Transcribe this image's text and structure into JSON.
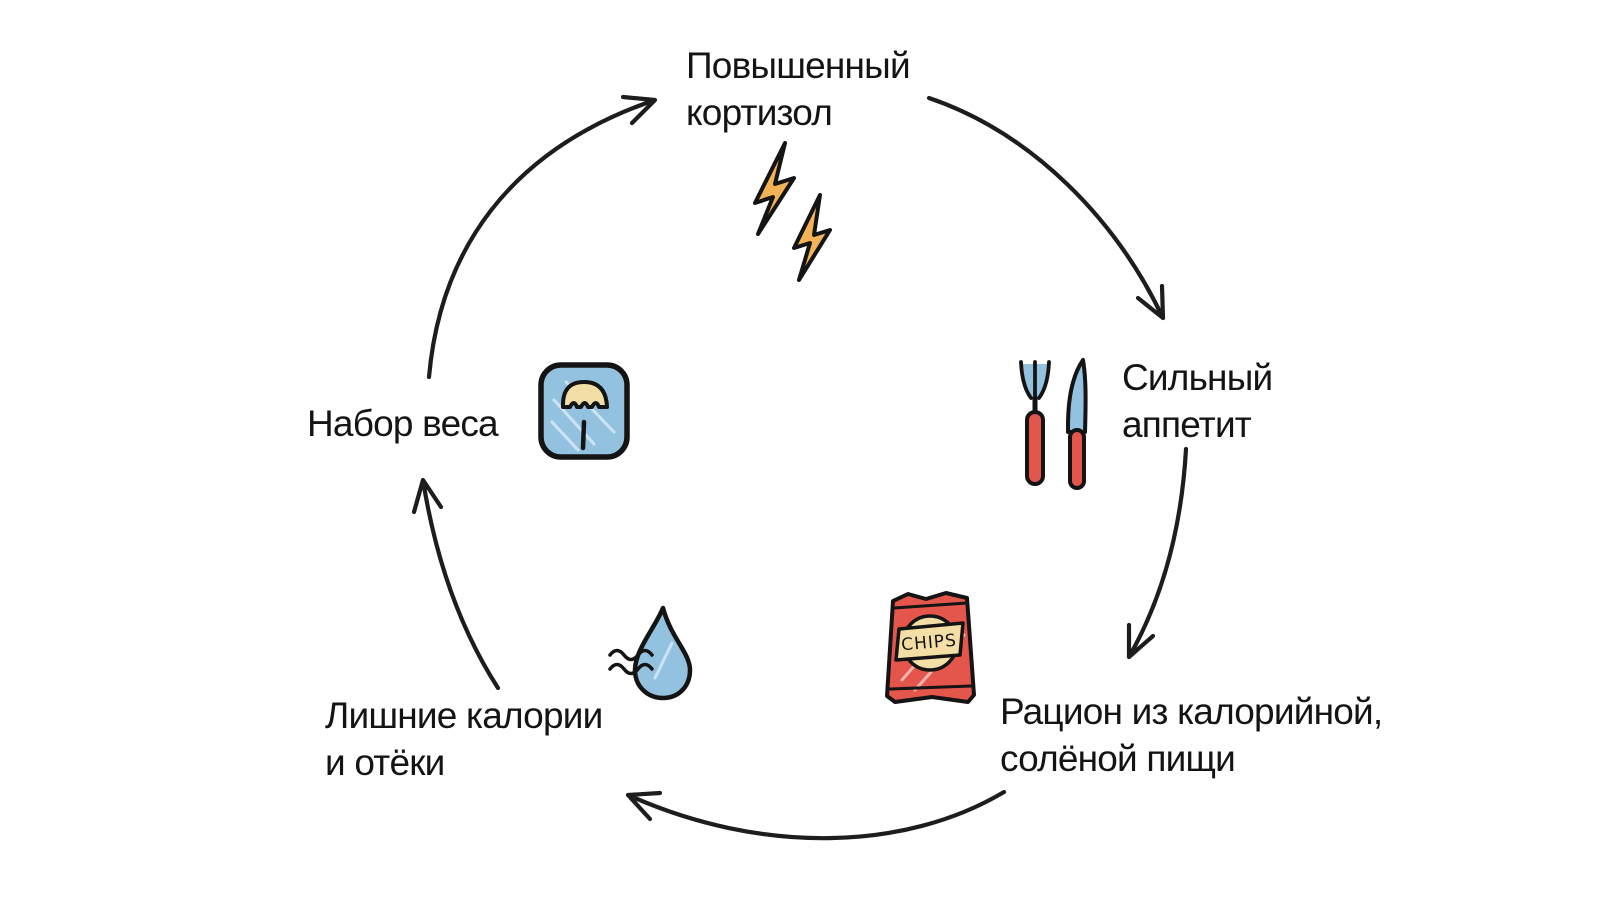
{
  "diagram": {
    "background": "#ffffff",
    "nodes": [
      {
        "id": "cortisol",
        "label": "Повышенный кортизол",
        "lines": [
          "Повышенный",
          "кортизол"
        ],
        "icon": "lightning-bolts-icon"
      },
      {
        "id": "appetite",
        "label": "Сильный аппетит",
        "lines": [
          "Сильный",
          "аппетит"
        ],
        "icon": "fork-and-knife-icon"
      },
      {
        "id": "diet",
        "label": "Рацион из калорийной, солёной пищи",
        "lines": [
          "Рацион из калорийной,",
          "солёной пищи"
        ],
        "icon": "chips-bag-icon"
      },
      {
        "id": "calories",
        "label": "Лишние калории и отёки",
        "lines": [
          "Лишние калории",
          "и отёки"
        ],
        "icon": "water-drop-icon"
      },
      {
        "id": "weight",
        "label": "Набор веса",
        "lines": [
          "Набор веса"
        ],
        "icon": "bathroom-scale-icon"
      }
    ],
    "arrows": [
      {
        "from": "weight",
        "to": "cortisol"
      },
      {
        "from": "cortisol",
        "to": "appetite"
      },
      {
        "from": "appetite",
        "to": "diet"
      },
      {
        "from": "diet",
        "to": "calories"
      },
      {
        "from": "calories",
        "to": "weight"
      }
    ],
    "chips_bag_text": "CHIPS",
    "colors": {
      "sketch_blue": "#93c2e1",
      "sketch_red": "#e4564c",
      "sketch_orange": "#f2b255",
      "sketch_cream": "#f3dfa6",
      "outline": "#141414",
      "arrow": "#1d1d1d",
      "text": "#141414"
    }
  }
}
